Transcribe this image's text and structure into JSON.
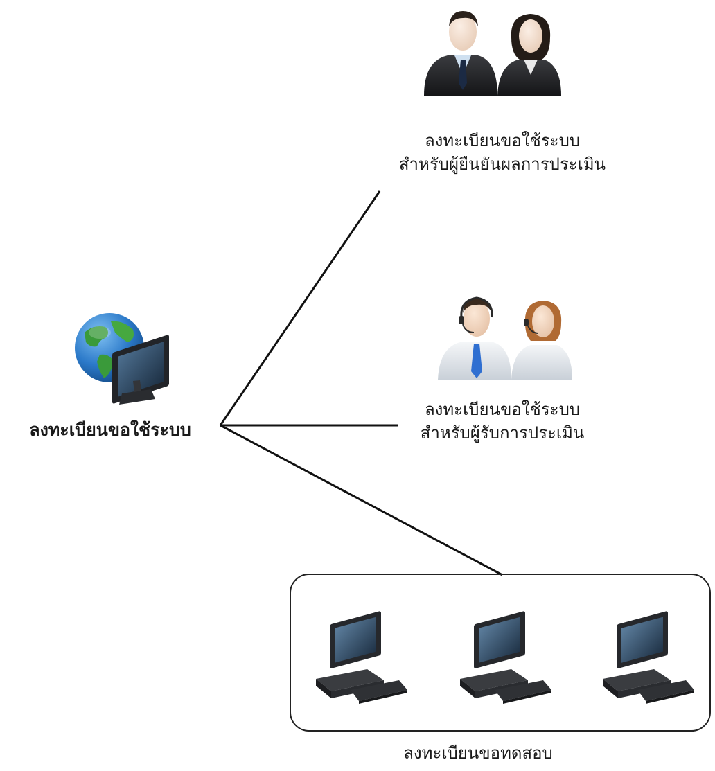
{
  "root": {
    "label": "ลงทะเบียนขอใช้ระบบ",
    "icon": "globe-computer-icon"
  },
  "branches": [
    {
      "id": "assessor",
      "icon": "business-people-icon",
      "label_lines": [
        "ลงทะเบียนขอใช้ระบบ",
        "สำหรับผู้ยืนยันผลการประเมิน"
      ]
    },
    {
      "id": "candidate",
      "icon": "call-center-people-icon",
      "label_lines": [
        "ลงทะเบียนขอใช้ระบบ",
        "สำหรับผู้รับการประเมิน"
      ]
    },
    {
      "id": "test",
      "icon": "desktop-computer-icon",
      "label_lines": [
        "ลงทะเบียนขอทดสอบ"
      ]
    }
  ],
  "colors": {
    "line": "#111111",
    "suit": "#1e1f22",
    "shirt": "#e6eaef",
    "tie_blue": "#2f6fd1",
    "skin": "#f4e2d4",
    "monitor": "#26282c",
    "screen": "#34526e",
    "ocean": "#2b79c9",
    "land": "#3a9a3a"
  }
}
